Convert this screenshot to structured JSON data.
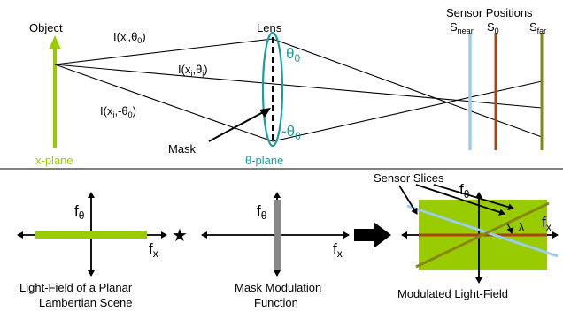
{
  "top": {
    "object_label": "Object",
    "xplane_label": "x-plane",
    "lens_label": "Lens",
    "thetaplane_label": "θ-plane",
    "theta0_label": "θ",
    "theta0_sub": "0",
    "neg_theta0_label": "-θ",
    "neg_theta0_sub": "0",
    "mask_label": "Mask",
    "ray_top": {
      "pre": "I(x",
      "sub1": "i",
      "mid": ",θ",
      "sub2": "0",
      "post": ")"
    },
    "ray_mid": {
      "pre": "I(x",
      "sub1": "i",
      "mid": ",θ",
      "sub2": "j",
      "post": ")"
    },
    "ray_bot": {
      "pre": "I(x",
      "sub1": "i",
      "mid": ",-θ",
      "sub2": "0",
      "post": ")"
    },
    "sensor_title": "Sensor Positions",
    "s_near": {
      "main": "S",
      "sub": "near"
    },
    "s_0": {
      "main": "S",
      "sub": "0"
    },
    "s_far": {
      "main": "S",
      "sub": "far"
    }
  },
  "bottom": {
    "panel1_caption_line1": "Light-Field of a Planar",
    "panel1_caption_line2": "Lambertian Scene",
    "panel2_caption_line1": "Mask Modulation",
    "panel2_caption_line2": "Function",
    "panel3_caption": "Modulated Light-Field",
    "sensor_slices_label": "Sensor Slices",
    "f_theta": {
      "main": "f",
      "sub": "θ"
    },
    "f_x": {
      "main": "f",
      "sub": "x"
    },
    "lambda_label": "λ",
    "star_symbol": "★"
  },
  "colors": {
    "green": "#99cc00",
    "teal": "#1a9e9e",
    "light_blue": "#99ccee",
    "rust": "#aa4411",
    "olive": "#888811",
    "gray": "#888888"
  }
}
